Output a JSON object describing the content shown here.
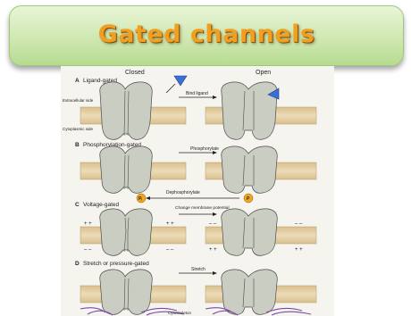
{
  "title": "Gated channels",
  "figure": {
    "col_closed": "Closed",
    "col_open": "Open",
    "side_extracellular": "Extracellular side",
    "side_cytoplasmic": "Cytoplasmic side",
    "panels": [
      {
        "letter": "A",
        "name": "Ligand-gated",
        "arrow_top": "Bind ligand"
      },
      {
        "letter": "B",
        "name": "Phosphorylation-gated",
        "arrow_top": "Phosphorylate",
        "arrow_back": "Dephosphorylate",
        "pi_label": "Pᵢ",
        "p_label": "P"
      },
      {
        "letter": "C",
        "name": "Voltage-gated",
        "arrow_top": "Change membrane potential",
        "plus": "+ +",
        "minus": "– –"
      },
      {
        "letter": "D",
        "name": "Stretch or pressure-gated",
        "arrow_top": "Stretch",
        "cyto": "Cytoskeleton"
      }
    ],
    "colors": {
      "membrane": "#e6d2a8",
      "membrane_edge": "#b89a64",
      "channel": "#c9cdc2",
      "channel_edge": "#4d4d4d",
      "ligand": "#3a6fd6",
      "phosphate": "#f2a81c",
      "cytoskeleton": "#7a4aa8"
    }
  }
}
